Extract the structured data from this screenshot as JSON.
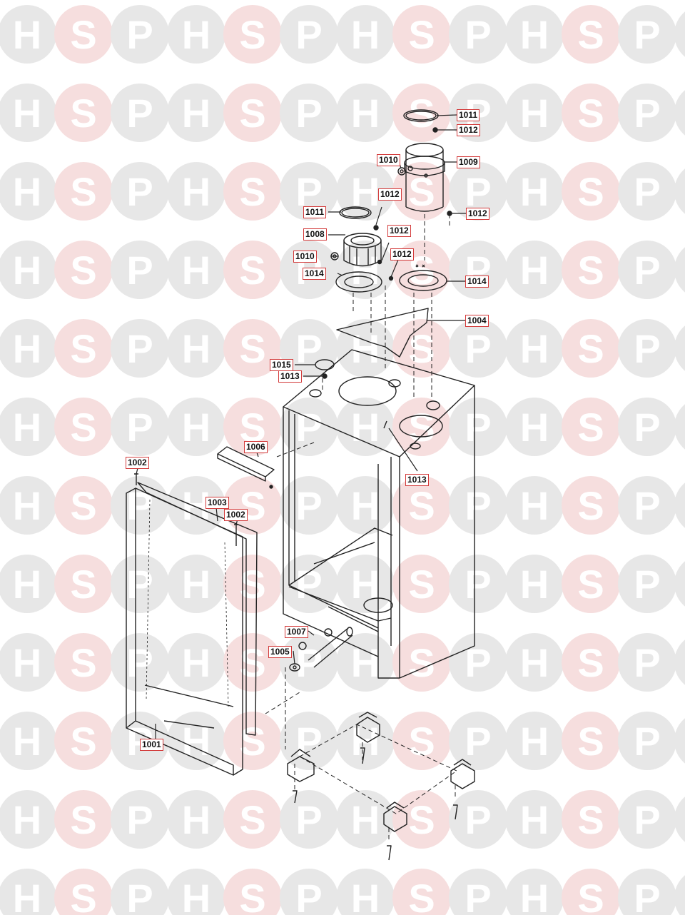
{
  "watermark": {
    "letters": [
      "H",
      "S",
      "P"
    ],
    "grey": "#e7e7e7",
    "pink": "#f6dede"
  },
  "labels": {
    "l1011a": "1011",
    "l1012a": "1012",
    "l1010a": "1010",
    "l1009": "1009",
    "l1012b": "1012",
    "l1012c": "1012",
    "l1011b": "1011",
    "l1008": "1008",
    "l1012d": "1012",
    "l1010b": "1010",
    "l1012e": "1012",
    "l1014a": "1014",
    "l1014b": "1014",
    "l1004": "1004",
    "l1015": "1015",
    "l1013a": "1013",
    "l1006": "1006",
    "l1013b": "1013",
    "l1002a": "1002",
    "l1003": "1003",
    "l1002b": "1002",
    "l1007": "1007",
    "l1005": "1005",
    "l1001": "1001"
  },
  "colors": {
    "label_border": "#d33a3a",
    "line": "#222222"
  }
}
